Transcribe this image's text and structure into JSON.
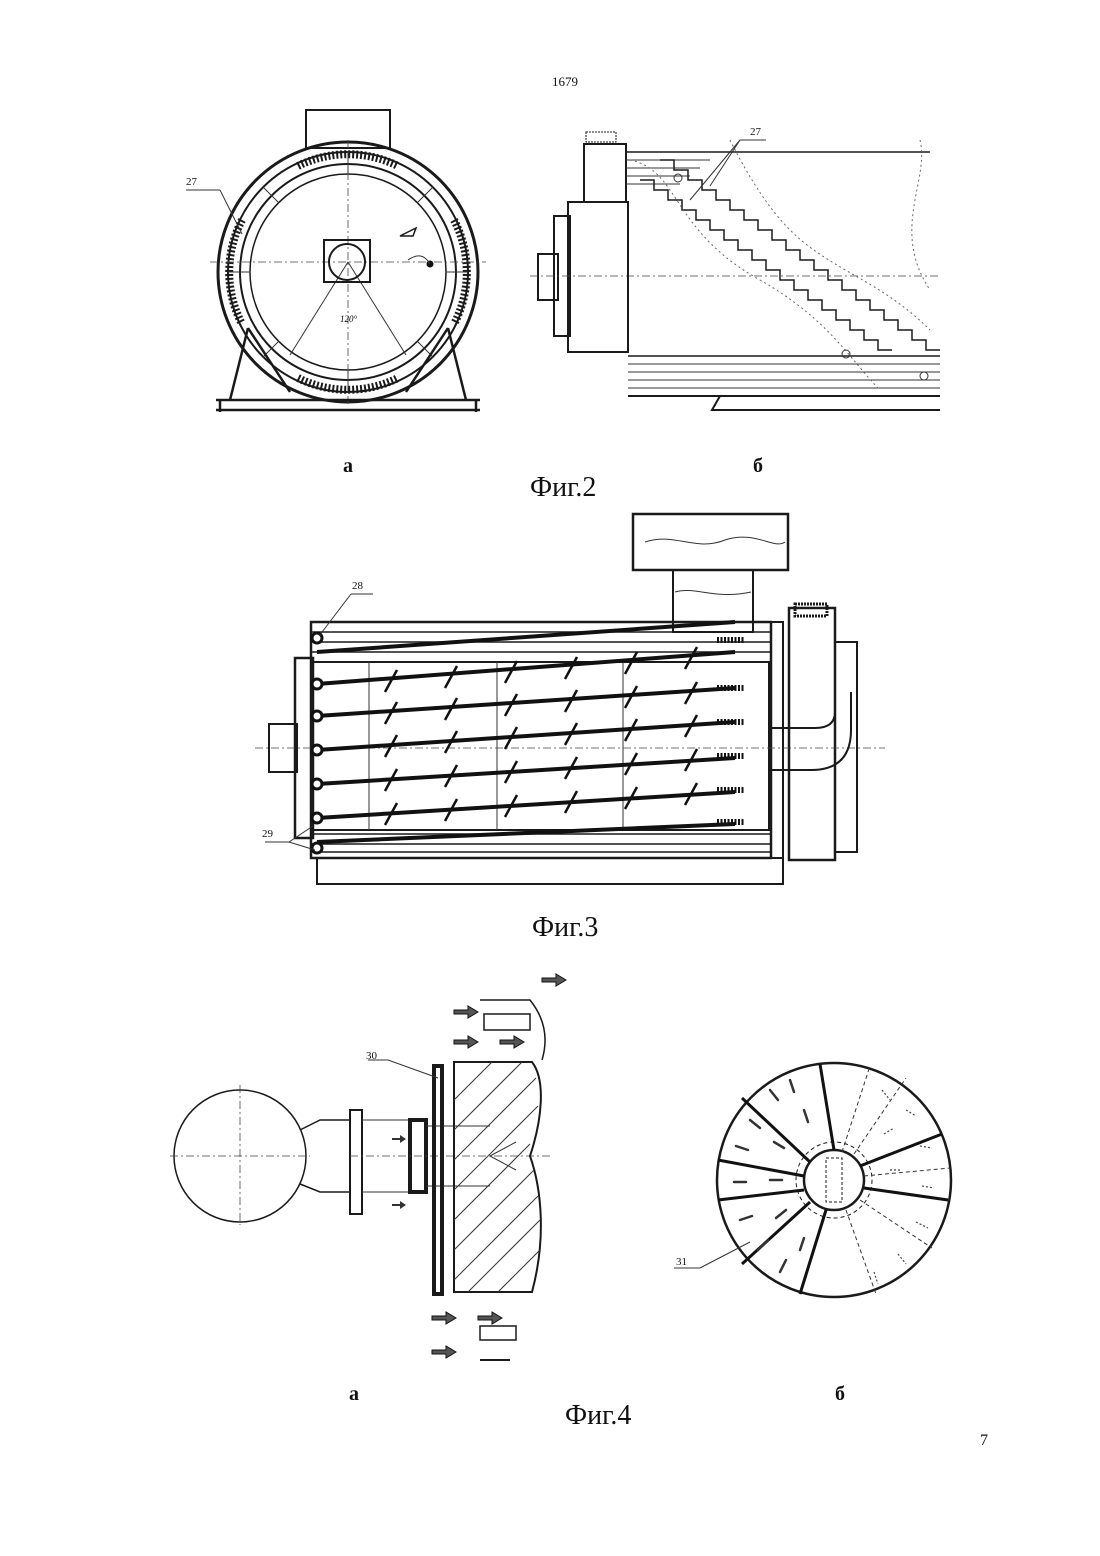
{
  "header": {
    "document_number": "1679"
  },
  "footer": {
    "page_number": "7"
  },
  "figures": [
    {
      "caption": "Фиг.2",
      "panels": [
        {
          "label": "а",
          "callout": "27"
        },
        {
          "label": "б",
          "callout": "27"
        }
      ]
    },
    {
      "caption": "Фиг.3",
      "callouts": [
        "28",
        "29"
      ]
    },
    {
      "caption": "Фиг.4",
      "panels": [
        {
          "label": "а",
          "callout": "30"
        },
        {
          "label": "б",
          "callout": "31"
        }
      ]
    }
  ],
  "annotations": {
    "angle_label": "120°"
  }
}
